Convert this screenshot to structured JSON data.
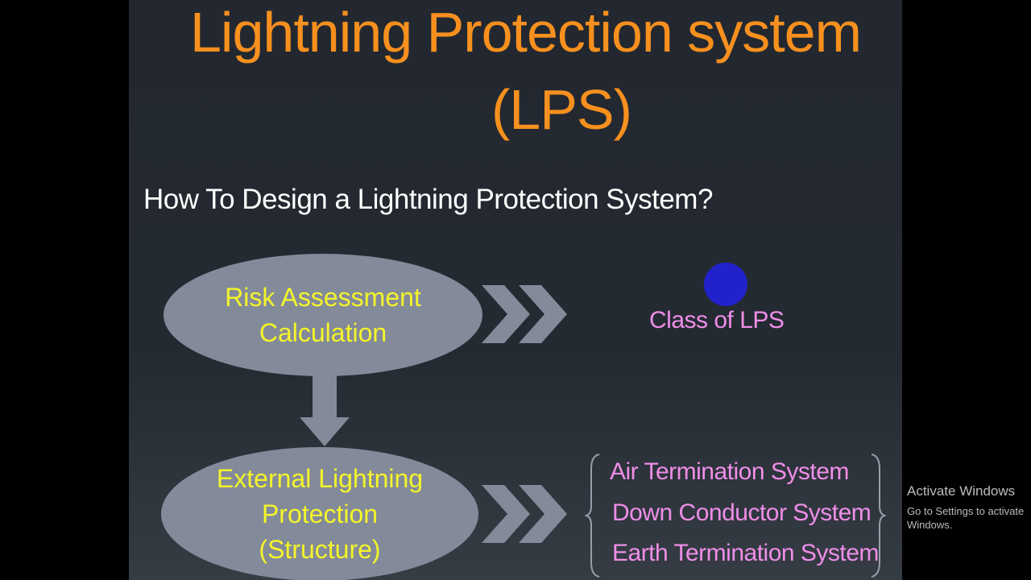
{
  "slide": {
    "title_line1": "Lightning Protection system",
    "title_line2": "(LPS)",
    "question": "How To Design a Lightning Protection System?",
    "step1": {
      "line1": "Risk Assessment",
      "line2": "Calculation"
    },
    "step1_result": "Class of LPS",
    "step2": {
      "line1": "External Lightning",
      "line2": "Protection",
      "line3": "(Structure)"
    },
    "step2_results": [
      "Air Termination System",
      "Down Conductor System",
      "Earth Termination System"
    ],
    "colors": {
      "title": "#f7901e",
      "ellipse_text": "#f4f52a",
      "result_text": "#ef8ee8",
      "shape": "#838a99",
      "pointer": "#2222cc"
    }
  },
  "watermark": {
    "line1": "Activate Windows",
    "line2": "Go to Settings to activate Windows."
  }
}
